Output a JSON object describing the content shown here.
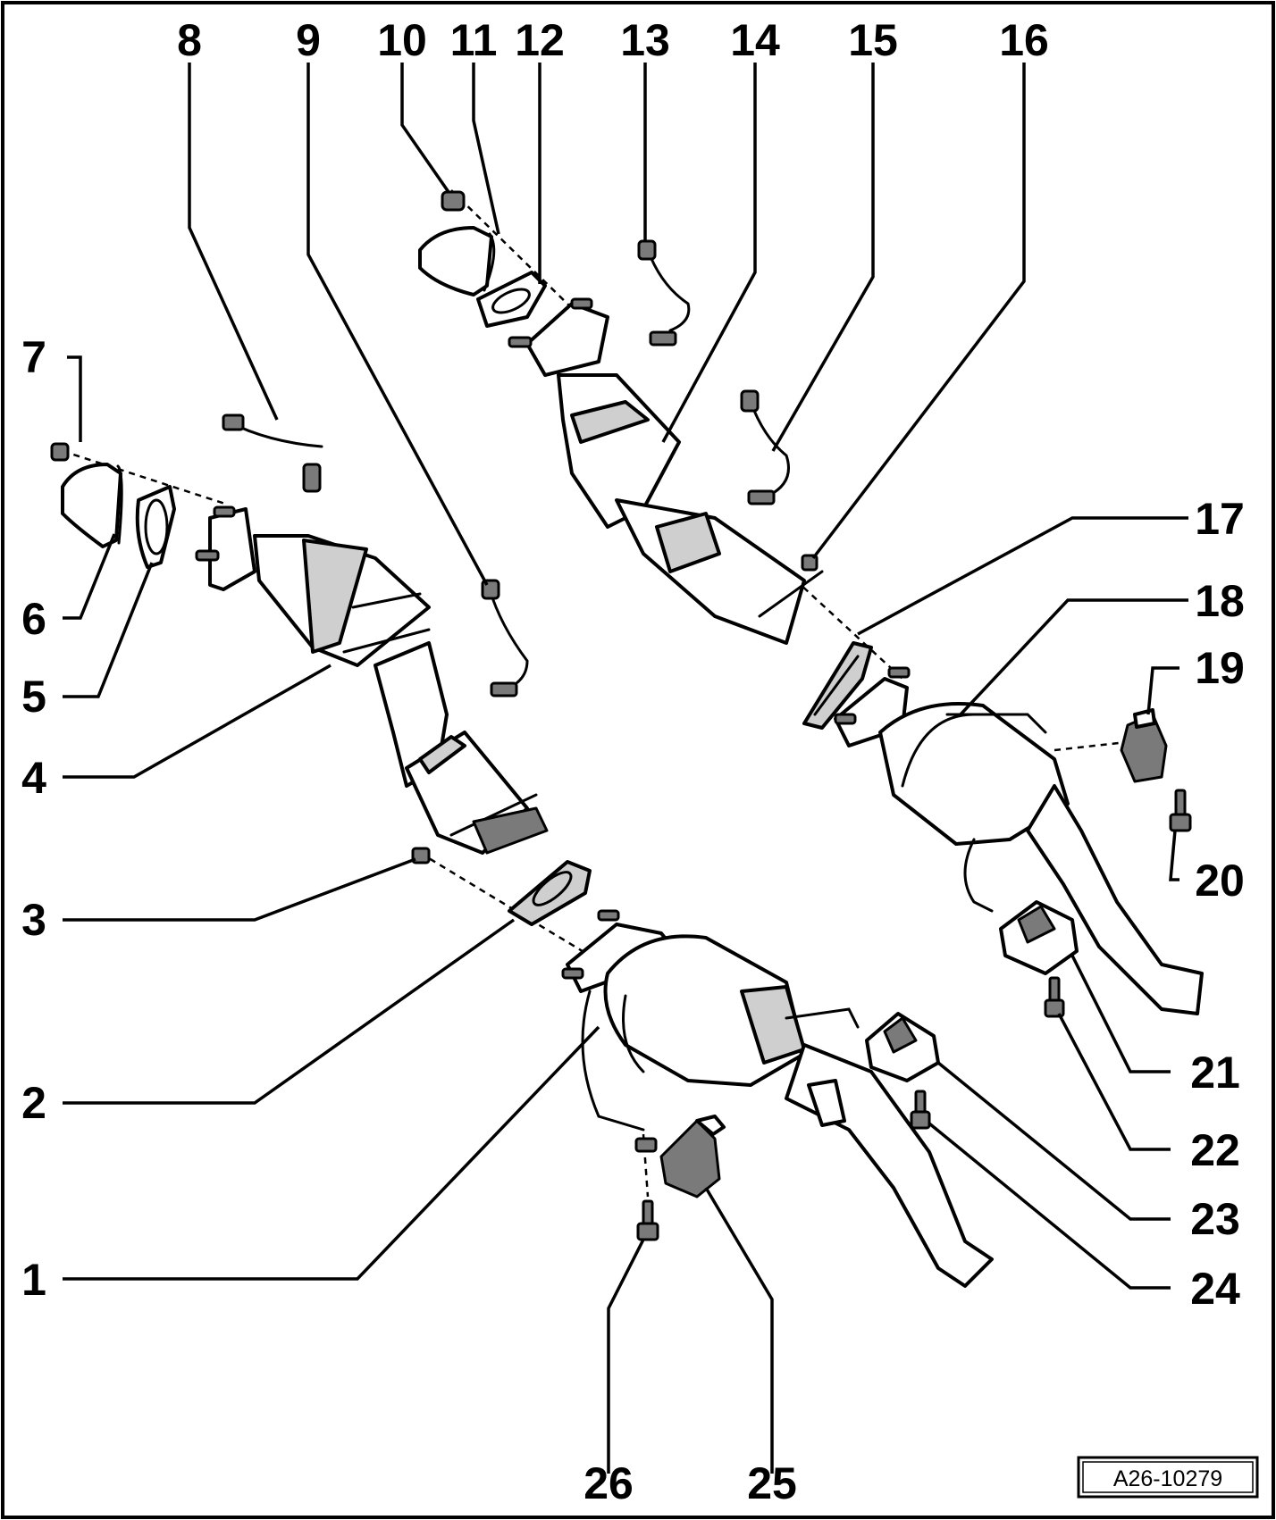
{
  "callouts": [
    {
      "id": "c1",
      "label": "1"
    },
    {
      "id": "c2",
      "label": "2"
    },
    {
      "id": "c3",
      "label": "3"
    },
    {
      "id": "c4",
      "label": "4"
    },
    {
      "id": "c5",
      "label": "5"
    },
    {
      "id": "c6",
      "label": "6"
    },
    {
      "id": "c7",
      "label": "7"
    },
    {
      "id": "c8",
      "label": "8"
    },
    {
      "id": "c9",
      "label": "9"
    },
    {
      "id": "c10",
      "label": "10"
    },
    {
      "id": "c11",
      "label": "11"
    },
    {
      "id": "c12",
      "label": "12"
    },
    {
      "id": "c13",
      "label": "13"
    },
    {
      "id": "c14",
      "label": "14"
    },
    {
      "id": "c15",
      "label": "15"
    },
    {
      "id": "c16",
      "label": "16"
    },
    {
      "id": "c17",
      "label": "17"
    },
    {
      "id": "c18",
      "label": "18"
    },
    {
      "id": "c19",
      "label": "19"
    },
    {
      "id": "c20",
      "label": "20"
    },
    {
      "id": "c21",
      "label": "21"
    },
    {
      "id": "c22",
      "label": "22"
    },
    {
      "id": "c23",
      "label": "23"
    },
    {
      "id": "c24",
      "label": "24"
    },
    {
      "id": "c25",
      "label": "25"
    },
    {
      "id": "c26",
      "label": "26"
    }
  ],
  "reference_code": "A26-10279"
}
